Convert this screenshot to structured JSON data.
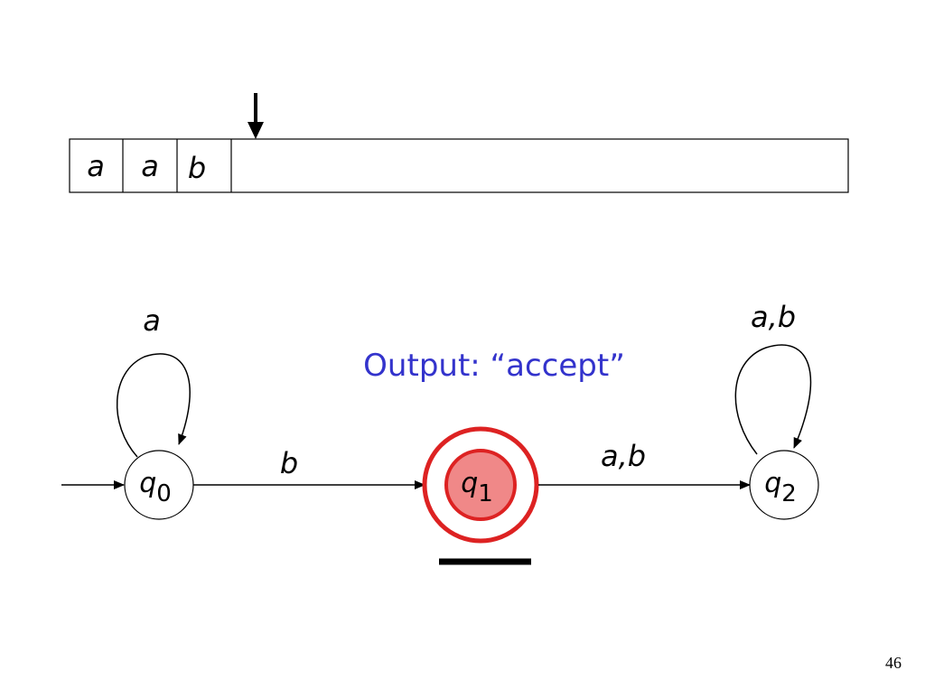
{
  "tape": {
    "cells": [
      "a",
      "a",
      "b"
    ]
  },
  "states": {
    "q0": {
      "symbol": "q",
      "sub": "0"
    },
    "q1": {
      "symbol": "q",
      "sub": "1"
    },
    "q2": {
      "symbol": "q",
      "sub": "2"
    }
  },
  "transitions": {
    "q0_loop": "a",
    "q0_q1": "b",
    "q1_q2": "a,b",
    "q2_loop": "a,b"
  },
  "output_text": "Output: “accept”",
  "page_number": "46",
  "colors": {
    "accept_ring": "#dd2222",
    "accept_fill": "#f08888",
    "output_text": "#3333cc",
    "stroke": "#000000"
  }
}
